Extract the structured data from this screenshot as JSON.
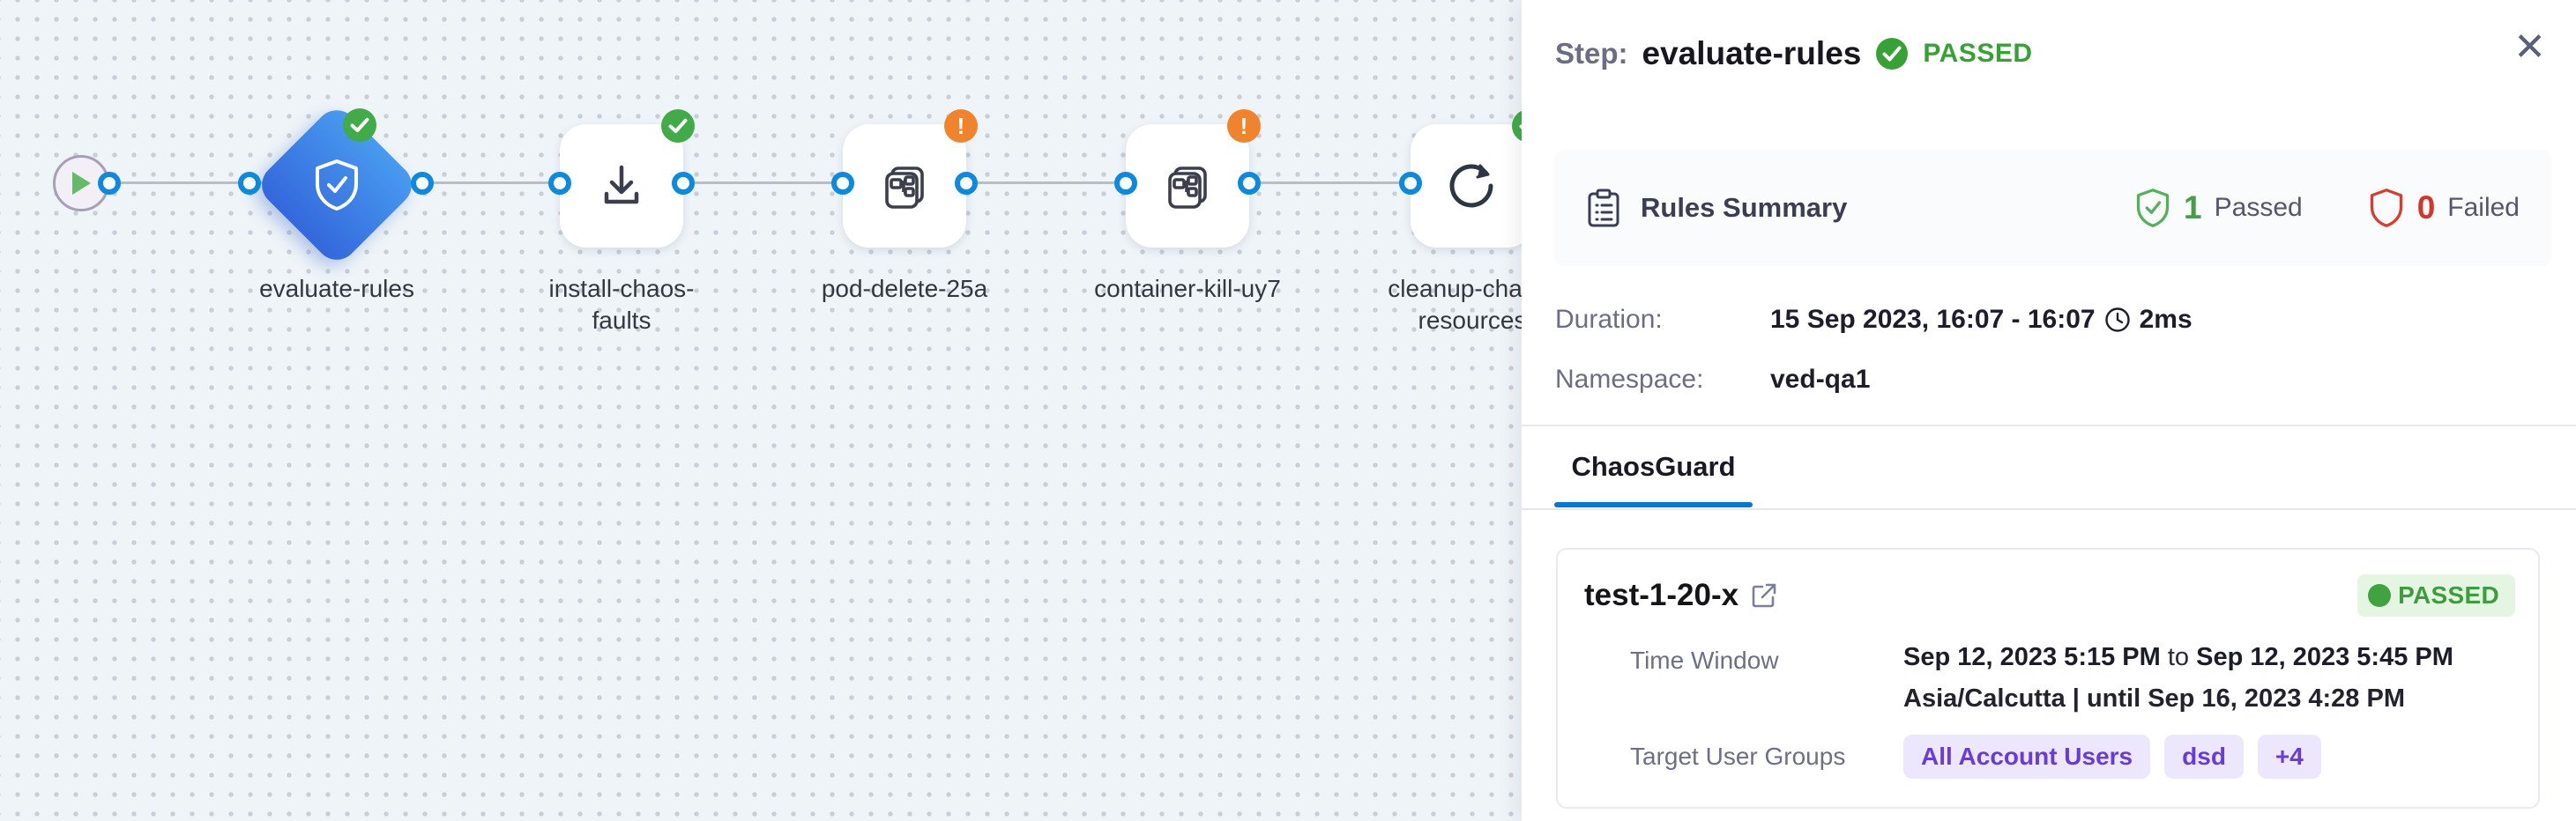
{
  "canvas": {
    "nodes": [
      {
        "id": "start",
        "type": "play-start"
      },
      {
        "id": "evaluate-rules",
        "label": "evaluate-rules",
        "status": "passed",
        "icon": "shield-check"
      },
      {
        "id": "install-chaos-faults",
        "label": "install-chaos-faults",
        "status": "passed",
        "icon": "download"
      },
      {
        "id": "pod-delete-25a",
        "label": "pod-delete-25a",
        "status": "warning",
        "icon": "chaos-fault"
      },
      {
        "id": "container-kill-uy7",
        "label": "container-kill-uy7",
        "status": "warning",
        "icon": "chaos-fault"
      },
      {
        "id": "cleanup-chaos-resources",
        "label": "cleanup-chaos-resources",
        "status": "passed",
        "icon": "refresh"
      }
    ]
  },
  "panel": {
    "header": {
      "step_label": "Step:",
      "step_name": "evaluate-rules",
      "status": "PASSED",
      "close": "✕"
    },
    "rules_summary": {
      "title": "Rules Summary",
      "passed_count": "1",
      "passed_label": "Passed",
      "failed_count": "0",
      "failed_label": "Failed"
    },
    "details": {
      "duration_label": "Duration:",
      "duration_value": "15 Sep 2023, 16:07 - 16:07",
      "duration_elapsed": "2ms",
      "namespace_label": "Namespace:",
      "namespace_value": "ved-qa1"
    },
    "tabs": {
      "active": "ChaosGuard"
    },
    "guard_card": {
      "title": "test-1-20-x",
      "status": "PASSED",
      "time_window_label": "Time Window",
      "time_from": "Sep 12, 2023 5:15 PM",
      "time_to_sep": "to",
      "time_to": "Sep 12, 2023 5:45 PM",
      "timezone_line": "Asia/Calcutta | until Sep 16, 2023 4:28 PM",
      "target_groups_label": "Target User Groups",
      "groups": [
        "All Account Users",
        "dsd",
        "+4"
      ]
    }
  },
  "colors": {
    "accent_blue": "#0278d5",
    "success_green": "#42ab45",
    "fail_red": "#da291c",
    "warning_orange": "#f0842c",
    "chip_purple": "#6a3bdb",
    "canvas_bg": "#eff4f8",
    "node_blue_gradient_top": "#489bef",
    "node_blue_gradient_bottom": "#3467dc"
  }
}
